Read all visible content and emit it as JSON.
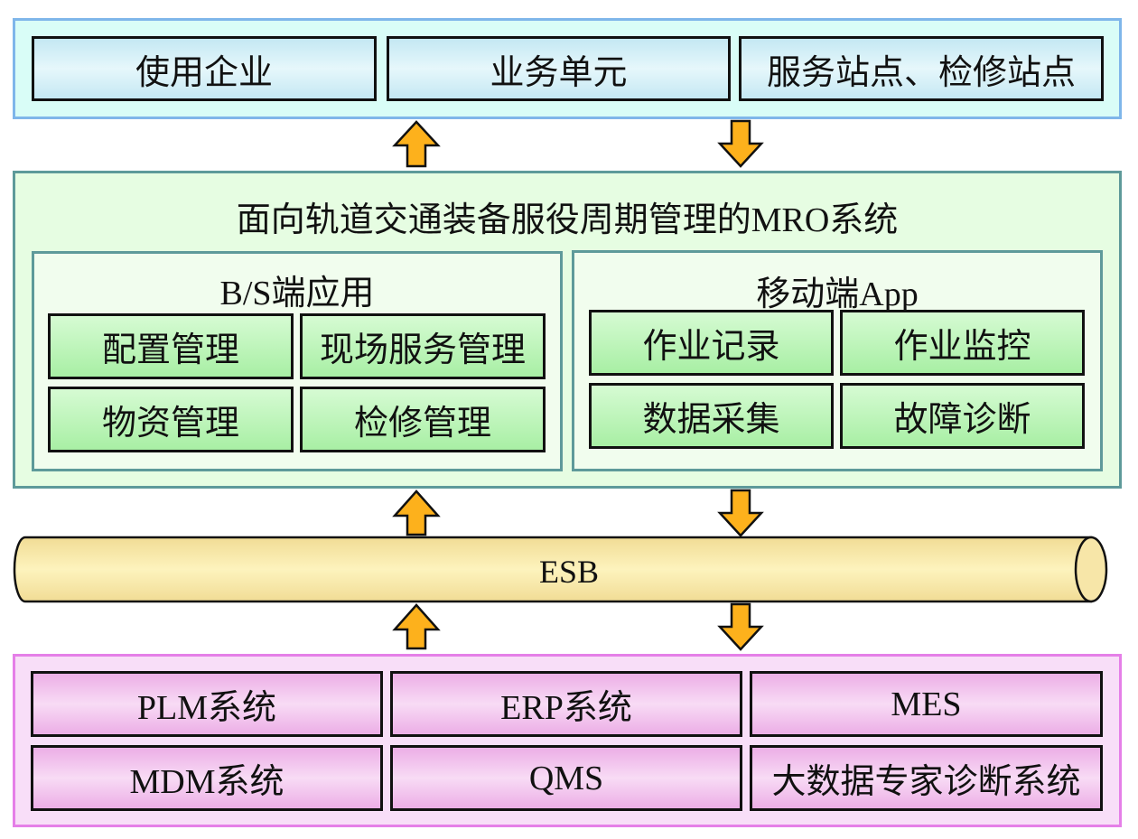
{
  "diagram": {
    "top_layer": {
      "items": [
        "使用企业",
        "业务单元",
        "服务站点、检修站点"
      ]
    },
    "middle_layer": {
      "title": "面向轨道交通装备服役周期管理的MRO系统",
      "bs_app": {
        "title": "B/S端应用",
        "items": [
          "配置管理",
          "现场服务管理",
          "物资管理",
          "检修管理"
        ]
      },
      "mobile_app": {
        "title": "移动端App",
        "items": [
          "作业记录",
          "作业监控",
          "数据采集",
          "故障诊断"
        ]
      }
    },
    "bus": {
      "label": "ESB"
    },
    "bottom_layer": {
      "items": [
        "PLM系统",
        "ERP系统",
        "MES",
        "MDM系统",
        "QMS",
        "大数据专家诊断系统"
      ]
    },
    "arrows": [
      {
        "from": "middle_layer",
        "to": "top_layer",
        "direction": "up"
      },
      {
        "from": "top_layer",
        "to": "middle_layer",
        "direction": "down"
      },
      {
        "from": "bus",
        "to": "middle_layer",
        "direction": "up"
      },
      {
        "from": "middle_layer",
        "to": "bus",
        "direction": "down"
      },
      {
        "from": "bottom_layer",
        "to": "bus",
        "direction": "up"
      },
      {
        "from": "bus",
        "to": "bottom_layer",
        "direction": "down"
      }
    ],
    "colors": {
      "top_fill": "#d9fdf7",
      "top_border": "#7fb6ea",
      "mid_fill": "#e6fde2",
      "mid_border": "#5e9a9a",
      "bus_fill": "#f7e6a8",
      "bot_fill": "#f8def8",
      "bot_border": "#e57fe8",
      "arrow_fill": "#fdb11c"
    }
  }
}
